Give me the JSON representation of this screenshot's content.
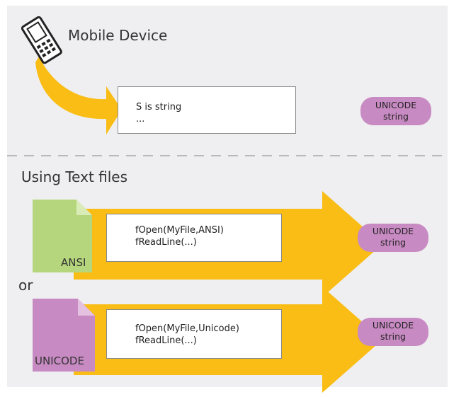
{
  "mobile_section": {
    "title": "Mobile Device",
    "code_lines": [
      "S is string",
      "..."
    ],
    "badge_lines": [
      "UNICODE",
      "string"
    ]
  },
  "textfiles_section": {
    "title": "Using Text files",
    "separator_word": "or",
    "rows": [
      {
        "file_label": "ANSI",
        "file_color": "#b5d67c",
        "code_lines": [
          "fOpen(MyFile,ANSI)",
          "fReadLine(...)"
        ],
        "badge_lines": [
          "UNICODE",
          "string"
        ]
      },
      {
        "file_label": "UNICODE",
        "file_color": "#c88ac3",
        "code_lines": [
          "fOpen(MyFile,Unicode)",
          "fReadLine(...)"
        ],
        "badge_lines": [
          "UNICODE",
          "string"
        ]
      }
    ]
  },
  "colors": {
    "panel_bg": "#efeff1",
    "arrow": "#f9bd15",
    "badge": "#c88ac3"
  },
  "icons": [
    "mobile-phone-icon",
    "document-icon"
  ]
}
